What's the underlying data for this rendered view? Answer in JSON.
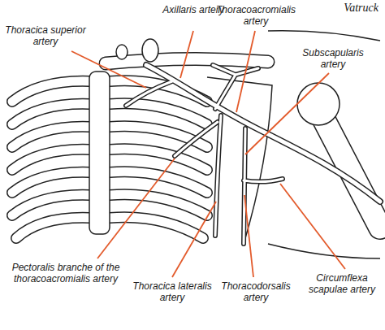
{
  "diagram": {
    "labels": [
      "Axillaris artery",
      "Thoracoacromialis artery",
      "Vatruck",
      "Thoracica superior artery",
      "Subscapularis artery",
      "Pectoralis branche of the thoracoacromialis artery",
      "Thoracica lateralis artery",
      "Thoracodorsalis artery",
      "Circumflexa scapulae artery"
    ]
  }
}
